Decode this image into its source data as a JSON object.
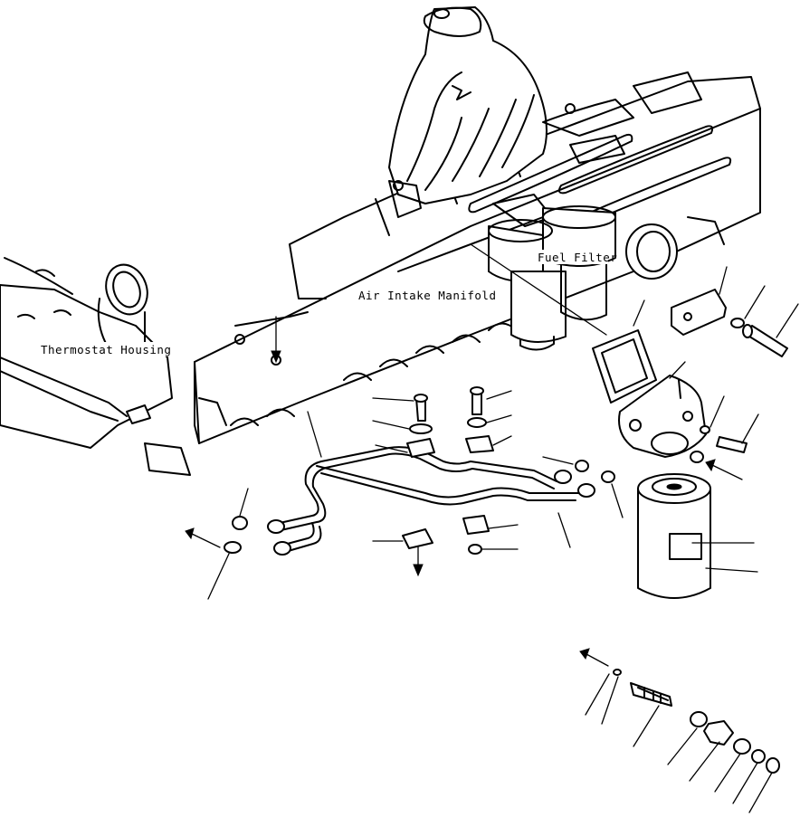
{
  "labels": {
    "fuel_filter": "Fuel Filter",
    "air_intake_manifold": "Air Intake Manifold",
    "thermostat_housing": "Thermostat Housing"
  }
}
